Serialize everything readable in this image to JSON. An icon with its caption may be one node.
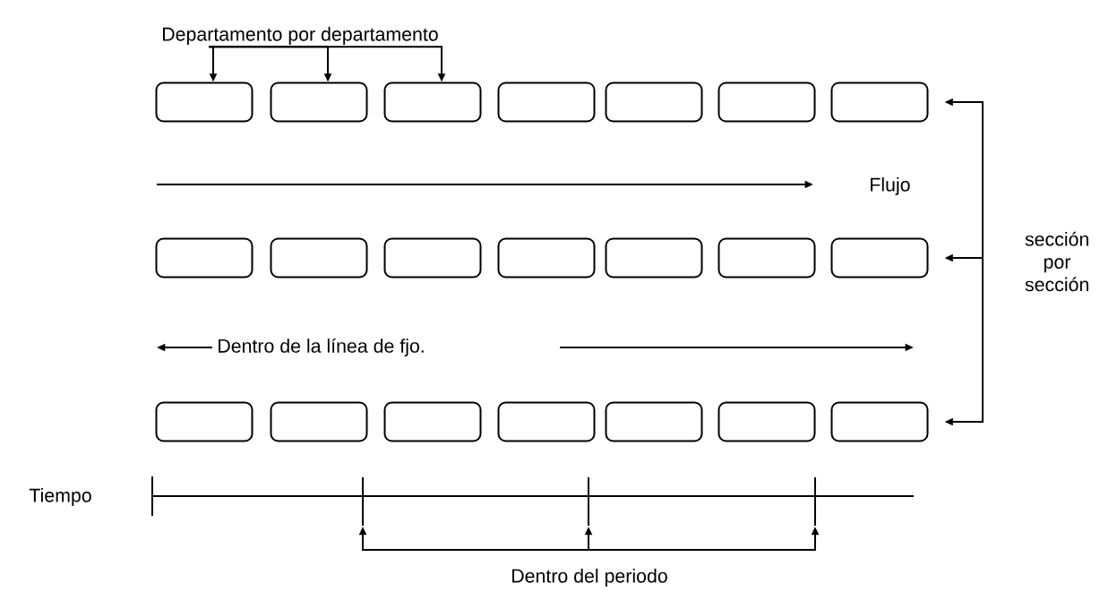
{
  "diagram": {
    "nodes": [
      {
        "text": [
          "Departamento por departamento"
        ]
      },
      {
        "text": [],
        "shape": "box"
      },
      {
        "text": [],
        "shape": "box"
      },
      {
        "text": [],
        "shape": "box"
      },
      {
        "text": [],
        "shape": "box"
      },
      {
        "text": [],
        "shape": "box"
      },
      {
        "text": [],
        "shape": "box"
      },
      {
        "text": [],
        "shape": "box"
      },
      {
        "text": [
          "sección por sección"
        ]
      },
      {
        "text": [],
        "shape": "box"
      },
      {
        "text": [],
        "shape": "box"
      },
      {
        "text": [],
        "shape": "box"
      },
      {
        "text": [],
        "shape": "box"
      },
      {
        "text": [],
        "shape": "box"
      },
      {
        "text": [],
        "shape": "box"
      },
      {
        "text": [],
        "shape": "box"
      },
      {
        "text": [],
        "shape": "box"
      },
      {
        "text": [],
        "shape": "box"
      },
      {
        "text": [],
        "shape": "box"
      },
      {
        "text": [],
        "shape": "box"
      },
      {
        "text": [],
        "shape": "box"
      },
      {
        "text": [],
        "shape": "box"
      },
      {
        "text": [],
        "shape": "box"
      },
      {
        "text": [],
        "shape": "bar"
      },
      {
        "text": [],
        "shape": "bar"
      },
      {
        "text": [],
        "shape": "bar"
      },
      {
        "text": [
          "Dentro del periodo"
        ]
      }
    ],
    "edges": [
      {
        "from": 0,
        "to": 1,
        "arrow": "to"
      },
      {
        "from": 0,
        "to": 2,
        "arrow": "to"
      },
      {
        "from": 0,
        "to": 3,
        "arrow": "to"
      },
      {
        "from": 8,
        "to": 7,
        "arrow": "to"
      },
      {
        "from": 8,
        "to": 15,
        "arrow": "to"
      },
      {
        "from": 8,
        "to": 22,
        "arrow": "to"
      },
      {
        "from": 26,
        "to": 23,
        "arrow": "to"
      },
      {
        "from": 26,
        "to": 24,
        "arrow": "to"
      },
      {
        "from": 26,
        "to": 25,
        "arrow": "to"
      }
    ],
    "labels": [
      "Flujo",
      "Dentro de la línea de fjo.",
      "Tiempo"
    ]
  }
}
